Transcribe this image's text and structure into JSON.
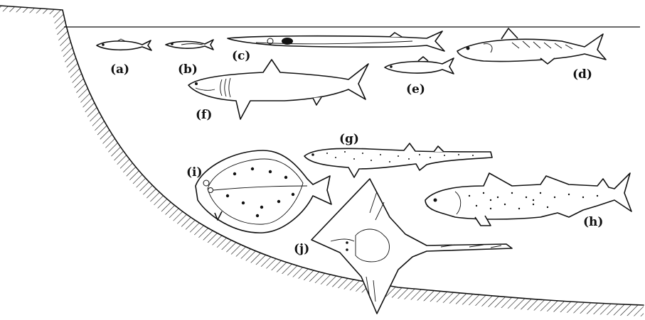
{
  "labels": {
    "a": "(a)",
    "b": "(b)",
    "c": "(c)",
    "d": "(d)",
    "e": "(e)",
    "f": "(f)",
    "g": "(g)",
    "h": "(h)",
    "i": "(i)",
    "j": "(j)"
  },
  "colors": {
    "ink": "#111111",
    "background": "#ffffff"
  }
}
